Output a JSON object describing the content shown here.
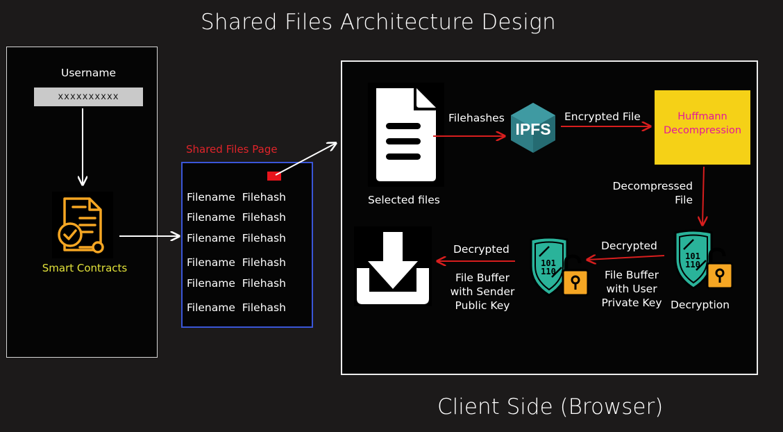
{
  "title": "Shared Files Architecture Design",
  "login": {
    "username_label": "Username",
    "username_value": "xxxxxxxxxx"
  },
  "smart_contracts_label": "Smart Contracts",
  "shared_files_page": {
    "label": "Shared Files Page",
    "rows": [
      {
        "filename": "Filename",
        "filehash": "Filehash"
      },
      {
        "filename": "Filename",
        "filehash": "Filehash"
      },
      {
        "filename": "Filename",
        "filehash": "Filehash"
      },
      {
        "filename": "Filename",
        "filehash": "Filehash"
      },
      {
        "filename": "Filename",
        "filehash": "Filehash"
      },
      {
        "filename": "Filename",
        "filehash": "Filehash"
      }
    ]
  },
  "client": {
    "selected_files_label": "Selected files",
    "filehashes_label": "Filehashes",
    "ipfs_label": "IPFS",
    "encrypted_file_label": "Encrypted File",
    "huffman_label": "Huffmann Decompression",
    "decompressed_label": "Decompressed File",
    "decryption_label": "Decryption",
    "decrypted_right_label": "Decrypted",
    "buffer_user_label": "File Buffer with User Private Key",
    "decrypted_left_label": "Decrypted",
    "buffer_sender_label": "File Buffer with Sender Public Key",
    "shield_text_top": "101",
    "shield_text_bottom": "110"
  },
  "client_side_label": "Client Side (Browser)",
  "colors": {
    "background": "#1c1a1a",
    "panel": "#050505",
    "arrow_red": "#d81e1e",
    "arrow_white": "#ffffff",
    "contract_orange": "#f5a623",
    "contract_label": "#e2e23a",
    "page_border": "#3a56d8",
    "huffman_fill": "#f5d117",
    "huffman_text": "#e3179a",
    "shield_teal": "#2ab39a",
    "lock_orange": "#f5a623",
    "ipfs_teal": "#2f7d85"
  },
  "icons": [
    "document-icon",
    "ipfs-cube-icon",
    "smart-contract-icon",
    "shield-lock-icon",
    "download-icon"
  ]
}
